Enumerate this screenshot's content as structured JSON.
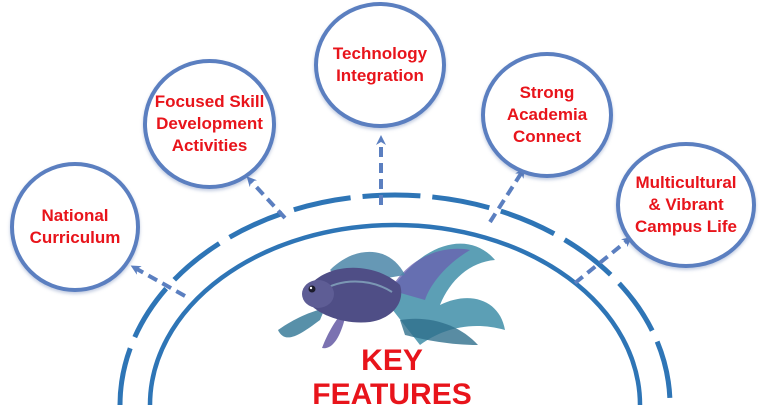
{
  "title": "KEY FEATURES",
  "features": [
    {
      "label": "National\nCurriculum"
    },
    {
      "label": "Focused Skill\nDevelopment\nActivities"
    },
    {
      "label": "Technology\nIntegration"
    },
    {
      "label": "Strong\nAcademia\nConnect"
    },
    {
      "label": "Multicultural\n& Vibrant\nCampus Life"
    }
  ],
  "colors": {
    "label_red": "#e8141b",
    "circle_blue": "#5b7fc0",
    "arc_blue": "#2e75b6"
  },
  "icons": {
    "center_image": "betta-fish-illustration"
  }
}
